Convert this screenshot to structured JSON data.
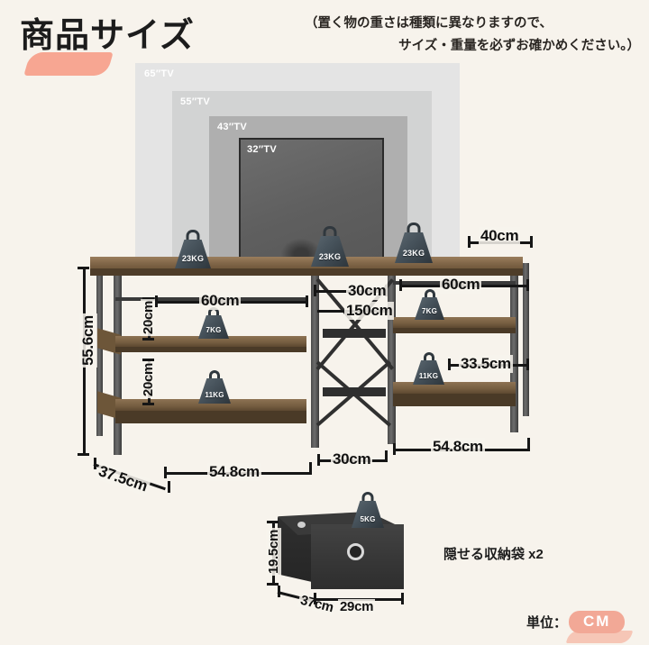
{
  "header": {
    "title": "商品サイズ",
    "note_line1": "（置く物の重さは種類に異なりますので、",
    "note_line2": "サイズ・重量を必ずお確かめください。）"
  },
  "tv_sizes": [
    {
      "label": "65″TV"
    },
    {
      "label": "55″TV"
    },
    {
      "label": "43″TV"
    },
    {
      "label": "32″TV"
    }
  ],
  "weights": {
    "top_shelf": [
      "23KG",
      "23KG",
      "23KG"
    ],
    "left_bay": [
      "7KG",
      "11KG"
    ],
    "right_bay": [
      "7KG",
      "11KG"
    ],
    "storage_bag": "5KG"
  },
  "dimensions": {
    "total_height": "55.6cm",
    "left_gap_upper": "20cm",
    "left_gap_lower": "20cm",
    "depth": "37.5cm",
    "left_shelf_width": "60cm",
    "center_width_top": "30cm",
    "total_width_top": "150cm",
    "right_top_depth": "40cm",
    "right_shelf_width": "60cm",
    "right_shelf_height": "33.5cm",
    "bottom_left_width": "54.8cm",
    "bottom_center_width": "30cm",
    "bottom_right_width": "54.8cm"
  },
  "storage_bag": {
    "height": "19.5cm",
    "side": "37cm",
    "front": "29cm",
    "caption": "隠せる収納袋 x2"
  },
  "unit": {
    "label": "単位：",
    "value": "CM"
  },
  "colors": {
    "background": "#F7F3EC",
    "accent_pink": "#F6A08A",
    "wood": "#755D40",
    "metal": "#3B3B3B",
    "dim_line": "#161616"
  }
}
